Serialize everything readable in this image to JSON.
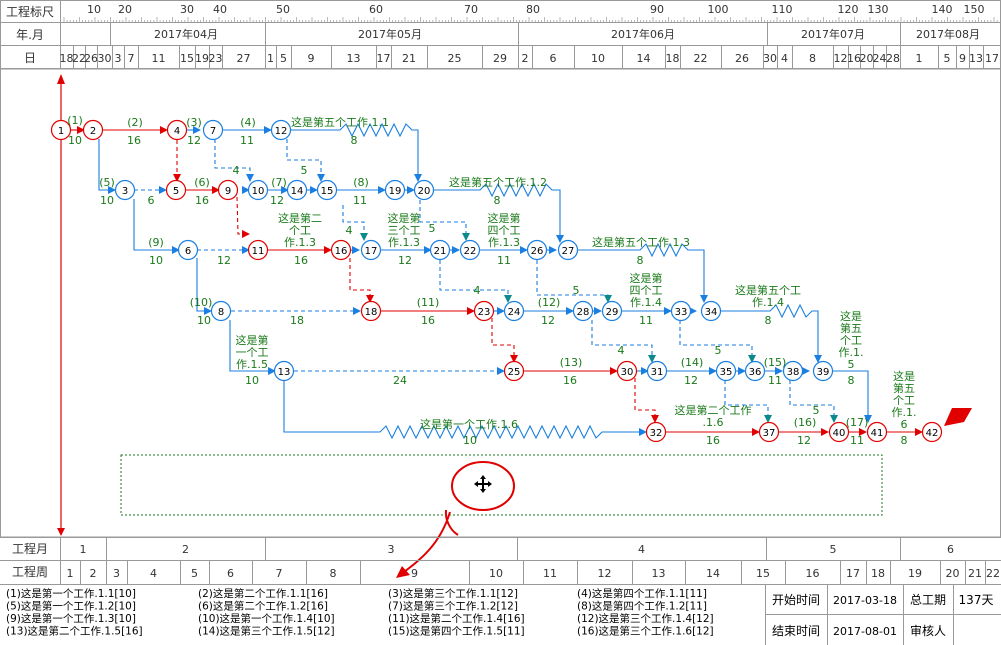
{
  "header": {
    "ruler_label": "工程标尺",
    "month_label": "年.月",
    "day_label": "日",
    "ruler_ticks": [
      "10",
      "20",
      "30",
      "40",
      "50",
      "60",
      "70",
      "80",
      "90",
      "100",
      "110",
      "120",
      "130",
      "140",
      "150"
    ],
    "months": [
      "2017年04月",
      "2017年05月",
      "2017年06月",
      "2017年07月",
      "2017年08月"
    ],
    "days": [
      "18",
      "22",
      "26",
      "30",
      "3",
      "7",
      "11",
      "15",
      "19",
      "23",
      "27",
      "1",
      "5",
      "9",
      "13",
      "17",
      "21",
      "25",
      "29",
      "2",
      "6",
      "10",
      "14",
      "18",
      "22",
      "26",
      "30",
      "4",
      "8",
      "12",
      "16",
      "20",
      "24",
      "28",
      "1",
      "5",
      "9",
      "13",
      "17"
    ]
  },
  "bottom": {
    "eng_month_label": "工程月",
    "eng_week_label": "工程周",
    "eng_months": [
      "1",
      "2",
      "3",
      "4",
      "5",
      "6"
    ],
    "eng_weeks": [
      "1",
      "2",
      "3",
      "4",
      "5",
      "6",
      "7",
      "8",
      "9",
      "10",
      "11",
      "12",
      "13",
      "14",
      "15",
      "16",
      "17",
      "18",
      "19",
      "20",
      "21",
      "22"
    ]
  },
  "legend": [
    [
      "(1)这是第一个工作.1.1[10]",
      "(2)这是第二个工作.1.1[16]",
      "(3)这是第三个工作.1.1[12]",
      "(4)这是第四个工作.1.1[11]"
    ],
    [
      "(5)这是第一个工作.1.2[10]",
      "(6)这是第二个工作.1.2[16]",
      "(7)这是第三个工作.1.2[12]",
      "(8)这是第四个工作.1.2[11]"
    ],
    [
      "(9)这是第一个工作.1.3[10]",
      "(10)这是第一个工作.1.4[10]",
      "(11)这是第二个工作.1.4[16]",
      "(12)这是第三个工作.1.4[12]"
    ],
    [
      "(13)这是第二个工作.1.5[16]",
      "(14)这是第三个工作.1.5[12]",
      "(15)这是第四个工作.1.5[11]",
      "(16)这是第三个工作.1.6[12]"
    ]
  ],
  "info": {
    "start_label": "开始时间",
    "start_value": "2017-03-18",
    "duration_label": "总工期",
    "duration_value": "137天",
    "end_label": "结束时间",
    "end_value": "2017-08-01",
    "reviewer_label": "审核人"
  },
  "colors": {
    "critical": "#e00000",
    "normal": "#1a7fe0",
    "free": "#1a7fe0",
    "text_green": "#1a7a1a",
    "header_text": "#333333"
  },
  "network": {
    "nodes": [
      {
        "id": "1",
        "c": true
      },
      {
        "id": "2",
        "c": true
      },
      {
        "id": "3",
        "c": false
      },
      {
        "id": "4",
        "c": true
      },
      {
        "id": "5",
        "c": true
      },
      {
        "id": "6",
        "c": false
      },
      {
        "id": "7",
        "c": false
      },
      {
        "id": "8",
        "c": false
      },
      {
        "id": "9",
        "c": true
      },
      {
        "id": "10",
        "c": false
      },
      {
        "id": "11",
        "c": true
      },
      {
        "id": "12",
        "c": false
      },
      {
        "id": "13",
        "c": false
      },
      {
        "id": "14",
        "c": false
      },
      {
        "id": "15",
        "c": false
      },
      {
        "id": "16",
        "c": true
      },
      {
        "id": "17",
        "c": false
      },
      {
        "id": "18",
        "c": true
      },
      {
        "id": "19",
        "c": false
      },
      {
        "id": "20",
        "c": false
      },
      {
        "id": "21",
        "c": false
      },
      {
        "id": "22",
        "c": false
      },
      {
        "id": "23",
        "c": true
      },
      {
        "id": "24",
        "c": false
      },
      {
        "id": "25",
        "c": true
      },
      {
        "id": "26",
        "c": false
      },
      {
        "id": "27",
        "c": false
      },
      {
        "id": "28",
        "c": false
      },
      {
        "id": "29",
        "c": false
      },
      {
        "id": "30",
        "c": true
      },
      {
        "id": "31",
        "c": false
      },
      {
        "id": "32",
        "c": true
      },
      {
        "id": "33",
        "c": false
      },
      {
        "id": "34",
        "c": false
      },
      {
        "id": "35",
        "c": false
      },
      {
        "id": "36",
        "c": false
      },
      {
        "id": "37",
        "c": true
      },
      {
        "id": "38",
        "c": false
      },
      {
        "id": "39",
        "c": false
      },
      {
        "id": "40",
        "c": true
      },
      {
        "id": "41",
        "c": true
      },
      {
        "id": "42",
        "c": true
      }
    ],
    "labels": [
      {
        "t": "(1)",
        "k": "a1"
      },
      {
        "t": "10",
        "k": "b1"
      },
      {
        "t": "(2)",
        "k": "a2"
      },
      {
        "t": "16",
        "k": "b2"
      },
      {
        "t": "(3)",
        "k": "a3"
      },
      {
        "t": "12",
        "k": "b3"
      },
      {
        "t": "(4)",
        "k": "a4"
      },
      {
        "t": "11",
        "k": "b4"
      },
      {
        "t": "这是第五个工作.1.1",
        "k": "n5a"
      },
      {
        "t": "8",
        "k": "n5b"
      },
      {
        "t": "(5)",
        "k": "a5"
      },
      {
        "t": "10",
        "k": "b5"
      },
      {
        "t": "6",
        "k": "b6x"
      },
      {
        "t": "(6)",
        "k": "a6"
      },
      {
        "t": "16",
        "k": "b6"
      },
      {
        "t": "4",
        "k": "b7x"
      },
      {
        "t": "(7)",
        "k": "a7"
      },
      {
        "t": "12",
        "k": "b7"
      },
      {
        "t": "5",
        "k": "b8x"
      },
      {
        "t": "(8)",
        "k": "a8"
      },
      {
        "t": "11",
        "k": "b8"
      },
      {
        "t": "这是第五个工作.1.2",
        "k": "n6a"
      },
      {
        "t": "8",
        "k": "n6b"
      },
      {
        "t": "(9)",
        "k": "a9"
      },
      {
        "t": "10",
        "k": "b9"
      },
      {
        "t": "12",
        "k": "b10x"
      },
      {
        "t": "这是第二",
        "k": "w1"
      },
      {
        "t": "个工",
        "k": "w2"
      },
      {
        "t": "作.1.3",
        "k": "w3"
      },
      {
        "t": "16",
        "k": "w4"
      },
      {
        "t": "4",
        "k": "b11x"
      },
      {
        "t": "这是第",
        "k": "w5"
      },
      {
        "t": "三个工",
        "k": "w6"
      },
      {
        "t": "作.1.3",
        "k": "w7"
      },
      {
        "t": "12",
        "k": "w8"
      },
      {
        "t": "5",
        "k": "w8x"
      },
      {
        "t": "这是第",
        "k": "w9"
      },
      {
        "t": "四个工",
        "k": "w10"
      },
      {
        "t": "作.1.3",
        "k": "w11"
      },
      {
        "t": "11",
        "k": "w12"
      },
      {
        "t": "这是第五个工作.1.3",
        "k": "n7a"
      },
      {
        "t": "8",
        "k": "n7b"
      },
      {
        "t": "(10)",
        "k": "a10"
      },
      {
        "t": "10",
        "k": "b10"
      },
      {
        "t": "18",
        "k": "b12x"
      },
      {
        "t": "(11)",
        "k": "a11"
      },
      {
        "t": "16",
        "k": "b11"
      },
      {
        "t": "4",
        "k": "b13x"
      },
      {
        "t": "(12)",
        "k": "a12"
      },
      {
        "t": "12",
        "k": "b12"
      },
      {
        "t": "5",
        "k": "b14x"
      },
      {
        "t": "这是第",
        "k": "w13"
      },
      {
        "t": "四个工",
        "k": "w14"
      },
      {
        "t": "作.1.4",
        "k": "w15"
      },
      {
        "t": "11",
        "k": "w16"
      },
      {
        "t": "这是第五个工",
        "k": "n8a"
      },
      {
        "t": "作.1.4",
        "k": "n8b"
      },
      {
        "t": "8",
        "k": "n8c"
      },
      {
        "t": "这是第",
        "k": "w17"
      },
      {
        "t": "一个工",
        "k": "w18"
      },
      {
        "t": "作.1.5",
        "k": "w19"
      },
      {
        "t": "10",
        "k": "w20"
      },
      {
        "t": "24",
        "k": "b15x"
      },
      {
        "t": "(13)",
        "k": "a13"
      },
      {
        "t": "16",
        "k": "b13"
      },
      {
        "t": "4",
        "k": "b16x"
      },
      {
        "t": "(14)",
        "k": "a14"
      },
      {
        "t": "12",
        "k": "b14"
      },
      {
        "t": "5",
        "k": "b17x"
      },
      {
        "t": "(15)",
        "k": "a15"
      },
      {
        "t": "11",
        "k": "b15"
      },
      {
        "t": "这是",
        "k": "n9a"
      },
      {
        "t": "第五",
        "k": "n9b"
      },
      {
        "t": "个工",
        "k": "n9c"
      },
      {
        "t": "作.1.",
        "k": "n9d"
      },
      {
        "t": "5",
        "k": "n9e"
      },
      {
        "t": "8",
        "k": "n9f"
      },
      {
        "t": "这是第二个工作",
        "k": "w21"
      },
      {
        "t": ".1.6",
        "k": "w22"
      },
      {
        "t": "16",
        "k": "w23"
      },
      {
        "t": "5",
        "k": "b18x"
      },
      {
        "t": "(16)",
        "k": "a16"
      },
      {
        "t": "12",
        "k": "b16"
      },
      {
        "t": "(17)",
        "k": "a17"
      },
      {
        "t": "11",
        "k": "b17"
      },
      {
        "t": "这是",
        "k": "n10a"
      },
      {
        "t": "第五",
        "k": "n10b"
      },
      {
        "t": "个工",
        "k": "n10c"
      },
      {
        "t": "作.1.",
        "k": "n10d"
      },
      {
        "t": "6",
        "k": "n10e"
      },
      {
        "t": "8",
        "k": "n10f"
      },
      {
        "t": "这是第一个工作.1.6",
        "k": "w24"
      },
      {
        "t": "10",
        "k": "w25"
      }
    ]
  }
}
